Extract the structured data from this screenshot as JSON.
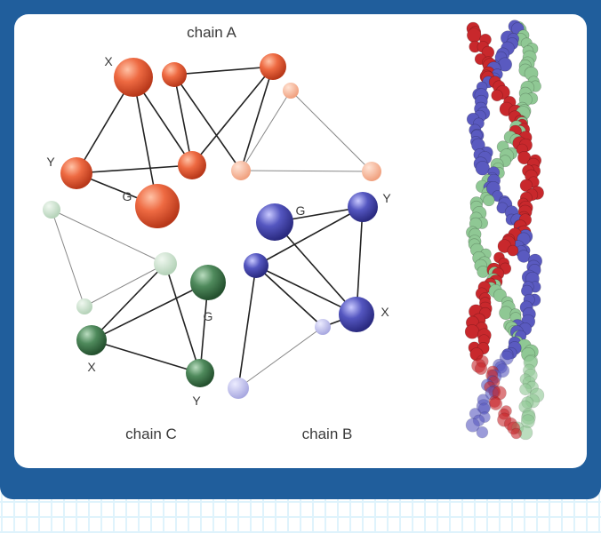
{
  "figure": {
    "chain_labels": {
      "a": "chain A",
      "b": "chain B",
      "c": "chain C"
    },
    "residue_labels": {
      "a_x": "X",
      "a_y": "Y",
      "a_g": "G",
      "b_g": "G",
      "b_y": "Y",
      "b_x": "X",
      "c_g": "G",
      "c_x": "X",
      "c_y": "Y"
    }
  },
  "colors": {
    "panel": "#205e9c",
    "chain_a": "#e8603c",
    "chain_b": "#4b4cb0",
    "chain_c": "#4f8a5c",
    "helix_red": "#c8282c"
  }
}
